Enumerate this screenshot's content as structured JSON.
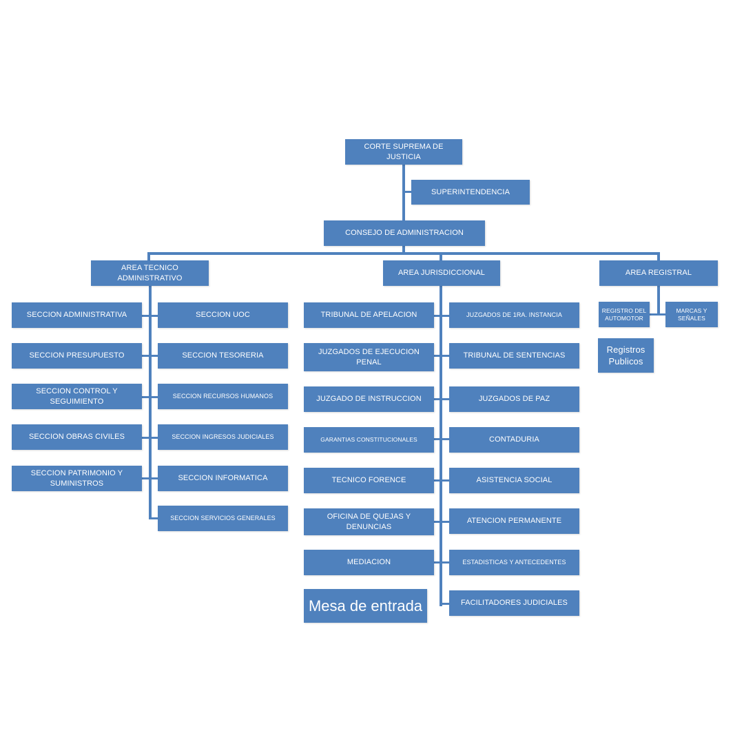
{
  "colors": {
    "box_fill": "#4f81bd",
    "box_text": "#ffffff",
    "connector": "#4f81bd"
  },
  "org": {
    "root": "CORTE SUPREMA DE JUSTICIA",
    "superintendencia": "SUPERINTENDENCIA",
    "consejo": "CONSEJO DE ADMINISTRACION",
    "areas": {
      "tecnico": "AREA TECNICO ADMINISTRATIVO",
      "jurisdiccional": "AREA JURISDICCIONAL",
      "registral": "AREA REGISTRAL"
    },
    "tecnico_left": [
      "SECCION ADMINISTRATIVA",
      "SECCION PRESUPUESTO",
      "SECCION CONTROL Y SEGUIMIENTO",
      "SECCION OBRAS CIVILES",
      "SECCION PATRIMONIO Y SUMINISTROS"
    ],
    "tecnico_right": [
      "SECCION UOC",
      "SECCION TESORERIA",
      "SECCION RECURSOS HUMANOS",
      "SECCION INGRESOS JUDICIALES",
      "SECCION INFORMATICA",
      "SECCION SERVICIOS GENERALES"
    ],
    "jurisdiccional_left": [
      "TRIBUNAL DE APELACION",
      "JUZGADOS DE EJECUCION PENAL",
      "JUZGADO DE INSTRUCCION",
      "GARANTIAS CONSTITUCIONALES",
      "TECNICO FORENCE",
      "OFICINA DE QUEJAS Y DENUNCIAS",
      "MEDIACION"
    ],
    "jurisdiccional_right": [
      "JUZGADOS DE 1RA. INSTANCIA",
      "TRIBUNAL DE SENTENCIAS",
      "JUZGADOS DE PAZ",
      "CONTADURIA",
      "ASISTENCIA SOCIAL",
      "ATENCION PERMANENTE",
      "ESTADISTICAS Y ANTECEDENTES",
      "FACILITADORES JUDICIALES"
    ],
    "mesa_entrada": "Mesa de entrada",
    "registral": {
      "registro_automotor": "REGISTRO DEL AUTOMOTOR",
      "marcas_senales": "MARCAS Y SEÑALES",
      "registros_publicos": "Registros Publicos"
    }
  }
}
